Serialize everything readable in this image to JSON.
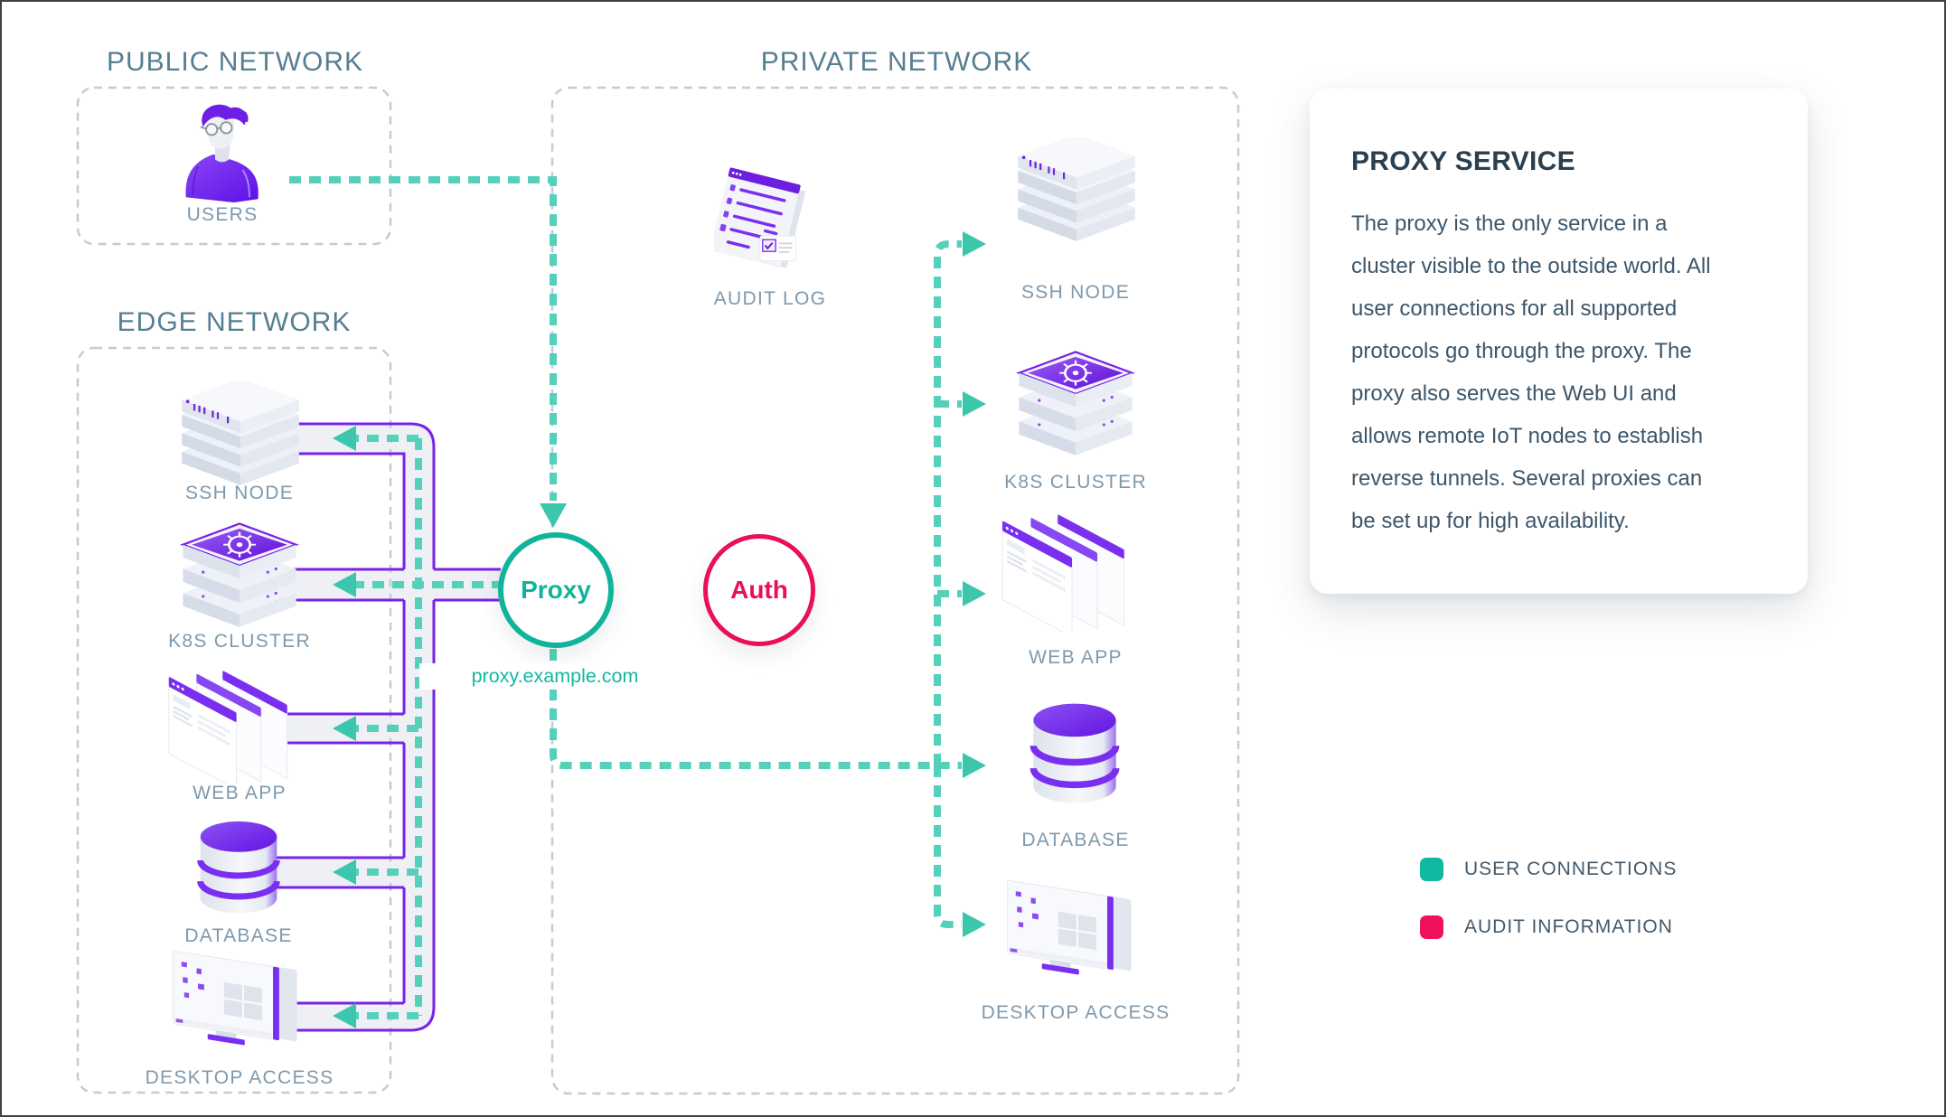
{
  "sections": {
    "public": {
      "title": "PUBLIC NETWORK",
      "nodes": [
        {
          "label": "USERS"
        }
      ]
    },
    "edge": {
      "title": "EDGE NETWORK",
      "nodes": [
        {
          "label": "SSH NODE"
        },
        {
          "label": "K8S CLUSTER"
        },
        {
          "label": "WEB APP"
        },
        {
          "label": "DATABASE"
        },
        {
          "label": "DESKTOP ACCESS"
        }
      ]
    },
    "private": {
      "title": "PRIVATE NETWORK",
      "nodes": [
        {
          "label": "AUDIT LOG"
        },
        {
          "label": "SSH NODE"
        },
        {
          "label": "K8S CLUSTER"
        },
        {
          "label": "WEB APP"
        },
        {
          "label": "DATABASE"
        },
        {
          "label": "DESKTOP ACCESS"
        }
      ]
    }
  },
  "proxy": {
    "label": "Proxy",
    "domain": "proxy.example.com"
  },
  "auth": {
    "label": "Auth"
  },
  "info_card": {
    "title": "PROXY SERVICE",
    "body_lines": [
      "The proxy is the only service in a",
      "cluster visible to the outside world. All",
      "user connections for all supported",
      "protocols go through the proxy. The",
      "proxy also serves the Web UI and",
      "allows remote IoT nodes to establish",
      "reverse tunnels. Several proxies can",
      "be set up for high availability."
    ]
  },
  "legend": {
    "items": [
      {
        "label": "USER CONNECTIONS",
        "color": "#0fb9a1"
      },
      {
        "label": "AUDIT INFORMATION",
        "color": "#f0115a"
      }
    ]
  },
  "colors": {
    "user_connections_teal": "#0fb9a1",
    "audit_information_crimson": "#f0115a",
    "pipe_purple": "#7a22e8",
    "pipe_fill": "#eef0f6",
    "teal_dash": "#55d0ba",
    "box_dash_gray": "#c3ccd6",
    "section_title": "#567e93",
    "node_label": "#7e99ad",
    "proxy_teal": "#12b39b",
    "auth_crimson": "#e90f59"
  }
}
